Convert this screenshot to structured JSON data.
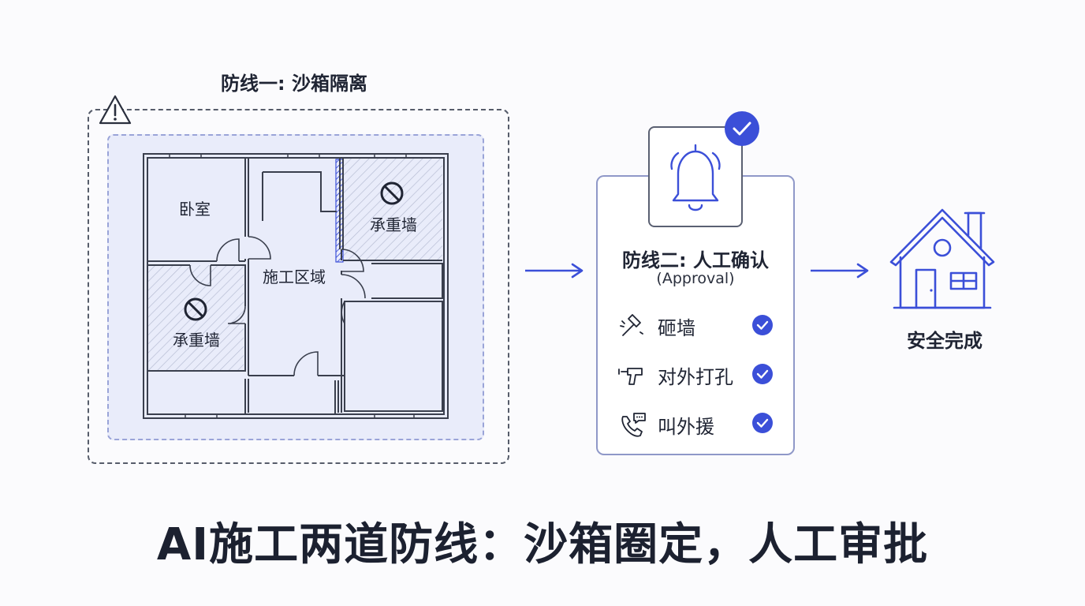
{
  "sandbox": {
    "title": "防线一: 沙箱隔离",
    "rooms": {
      "bedroom": "卧室",
      "construction": "施工区域",
      "bearing_wall_1": "承重墙",
      "bearing_wall_2": "承重墙"
    }
  },
  "approval": {
    "title": "防线二: 人工确认",
    "subtitle": "(Approval)",
    "items": [
      {
        "label": "砸墙",
        "icon": "hammer-icon"
      },
      {
        "label": "对外打孔",
        "icon": "drill-icon"
      },
      {
        "label": "叫外援",
        "icon": "phone-chat-icon"
      }
    ]
  },
  "result": {
    "label": "安全完成",
    "icon": "house-icon"
  },
  "main_title": "AI施工两道防线：沙箱圈定，人工审批",
  "colors": {
    "accent": "#3b4fd8",
    "dark": "#1f2433",
    "sandbox_fill": "#e9ecfa"
  }
}
